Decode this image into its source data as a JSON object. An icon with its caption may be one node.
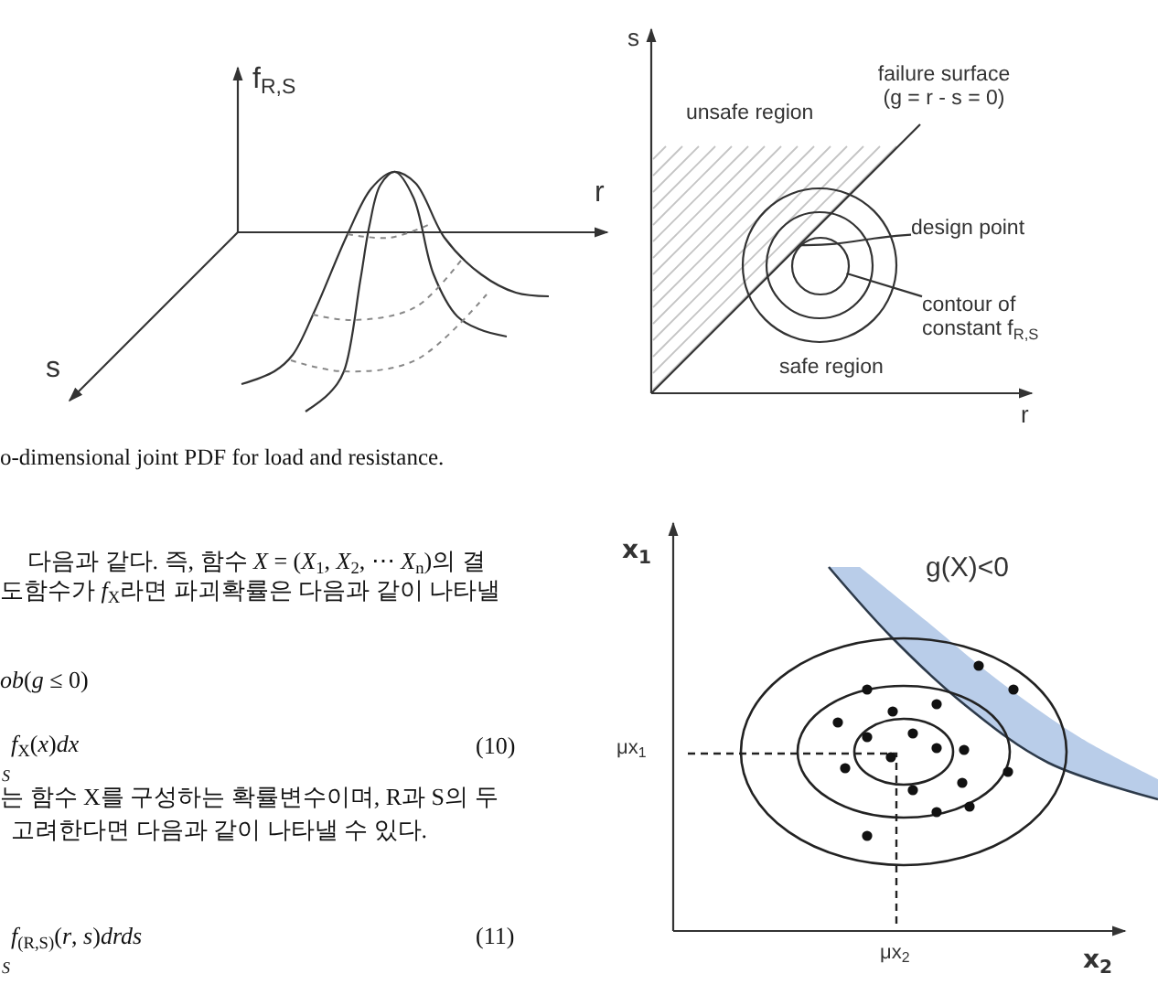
{
  "diagram": {
    "caption": "o-dimensional joint PDF for load and resistance.",
    "nodes": [
      {
        "text": [
          "design point"
        ]
      },
      {
        "text": [
          "contour of constant f$_{R,S}$"
        ]
      },
      {
        "text": [],
        "shape": "circle"
      }
    ],
    "edges": [
      {
        "from": 0,
        "to": 2,
        "arrow": "none"
      },
      {
        "from": 1,
        "to": 2,
        "arrow": "none"
      }
    ],
    "labels": [
      "f$_{R,S}$",
      "r",
      "s",
      "s",
      "failure surface (g = r - s = 0)",
      "unsafe region",
      "safe region",
      "r",
      "다음과 같다. 즉, 함수 *X* = (*X*$_{1}$, *X*$_{2}$, ⋯ *X*$_{n}$)의 결",
      "도함수가 *f*$_{X}$라면 파괴확률은 다음과 같이 나타낼",
      "*ob*(*g* ≤ 0)",
      "*f*$_{X}$(*x*)*dx*",
      "(10)",
      "S",
      "는 함수 X를 구성하는 확률변수이며, R과 S의 두",
      "고려한다면 다음과 같이 나타낼 수 있다.",
      "*f*$_{(R,S)}$(*r*, *s*)*drds*",
      "(11)",
      "S",
      "x$_{1}$",
      "g(X)<0",
      "μx$_{1}$",
      "μx$_{2}$",
      "x$_{2}$"
    ]
  }
}
